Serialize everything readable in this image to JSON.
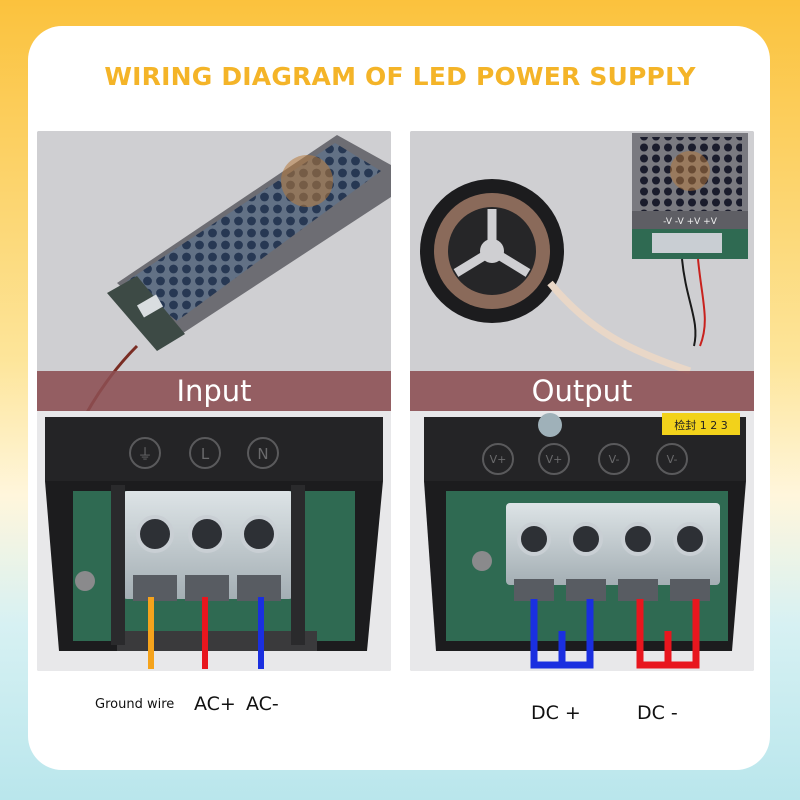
{
  "title": "WIRING DIAGRAM OF LED POWER SUPPLY",
  "input_panel": {
    "banner": "Input",
    "terminal_symbols": [
      "⏚",
      "L",
      "N"
    ]
  },
  "output_panel": {
    "banner": "Output",
    "top_label": "-V -V +V +V",
    "terminal_symbols": [
      "V+",
      "V+",
      "V-",
      "V-"
    ],
    "sticker": "检封 1 2 3"
  },
  "wire_labels": {
    "ground": "Ground wire",
    "ac_plus": "AC+",
    "ac_minus": "AC-",
    "dc_plus": "DC +",
    "dc_minus": "DC -"
  },
  "colors": {
    "title": "#f4b428",
    "banner": "#8c4e52",
    "ground_wire": "#f5a31c",
    "ac_plus_wire": "#e8161e",
    "ac_minus_wire": "#1a2fe0",
    "dc_plus_wire": "#1a2fe0",
    "dc_minus_wire": "#e8161e"
  }
}
